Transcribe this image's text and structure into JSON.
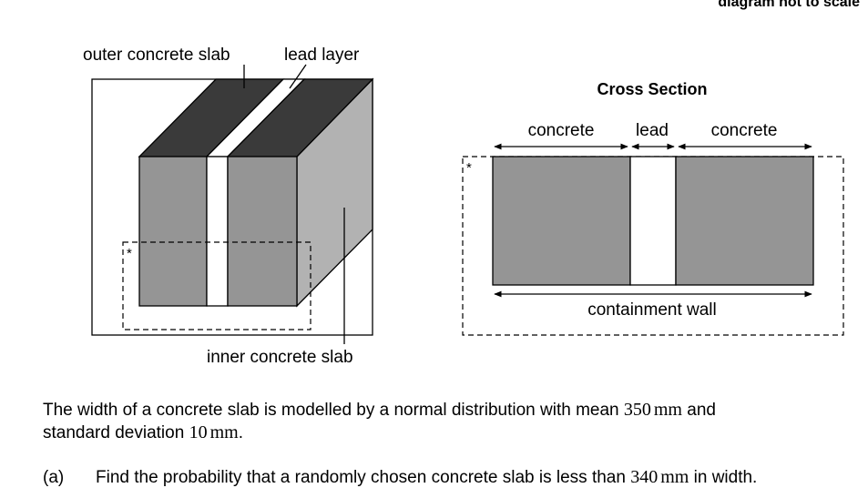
{
  "note": "diagram not to scale",
  "labels": {
    "outer_slab": "outer concrete slab",
    "lead_layer": "lead layer",
    "inner_slab": "inner concrete slab",
    "asterisk": "*"
  },
  "cross_section": {
    "title": "Cross Section",
    "concrete_left": "concrete",
    "lead": "lead",
    "concrete_right": "concrete",
    "wall": "containment wall",
    "asterisk": "*"
  },
  "text": {
    "line1_a": "The width of a concrete slab is modelled by a normal distribution with mean ",
    "mean": "350",
    "unit1": "mm",
    "line1_b": " and",
    "line2_a": "standard deviation ",
    "sd": "10",
    "unit2": "mm",
    "line2_b": ".",
    "q_label": "(a)",
    "q_text_a": "Find the probability that a randomly chosen concrete slab is less than ",
    "q_value": "340",
    "q_unit": "mm",
    "q_text_b": " in width."
  },
  "colors": {
    "top_face": "#3a3a3a",
    "front_face": "#959595",
    "side_face": "#b2b2b2",
    "lead": "#ffffff"
  }
}
